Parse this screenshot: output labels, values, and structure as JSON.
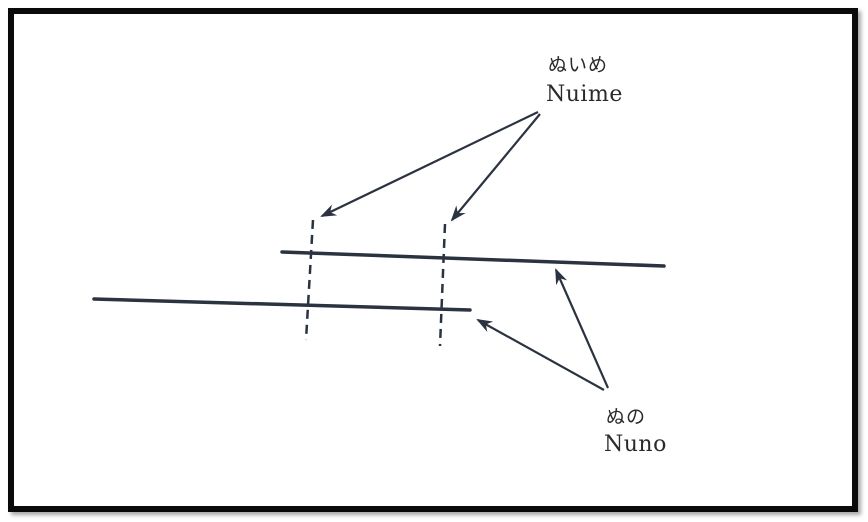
{
  "diagram": {
    "labels": {
      "nuime_jp": "ぬいめ",
      "nuime_en": "Nuime",
      "nuno_jp": "ぬの",
      "nuno_en": "Nuno"
    },
    "colors": {
      "border": "#0a0a0a",
      "line": "#2b3340",
      "text": "#2a2a2a",
      "background": "#ffffff"
    }
  }
}
